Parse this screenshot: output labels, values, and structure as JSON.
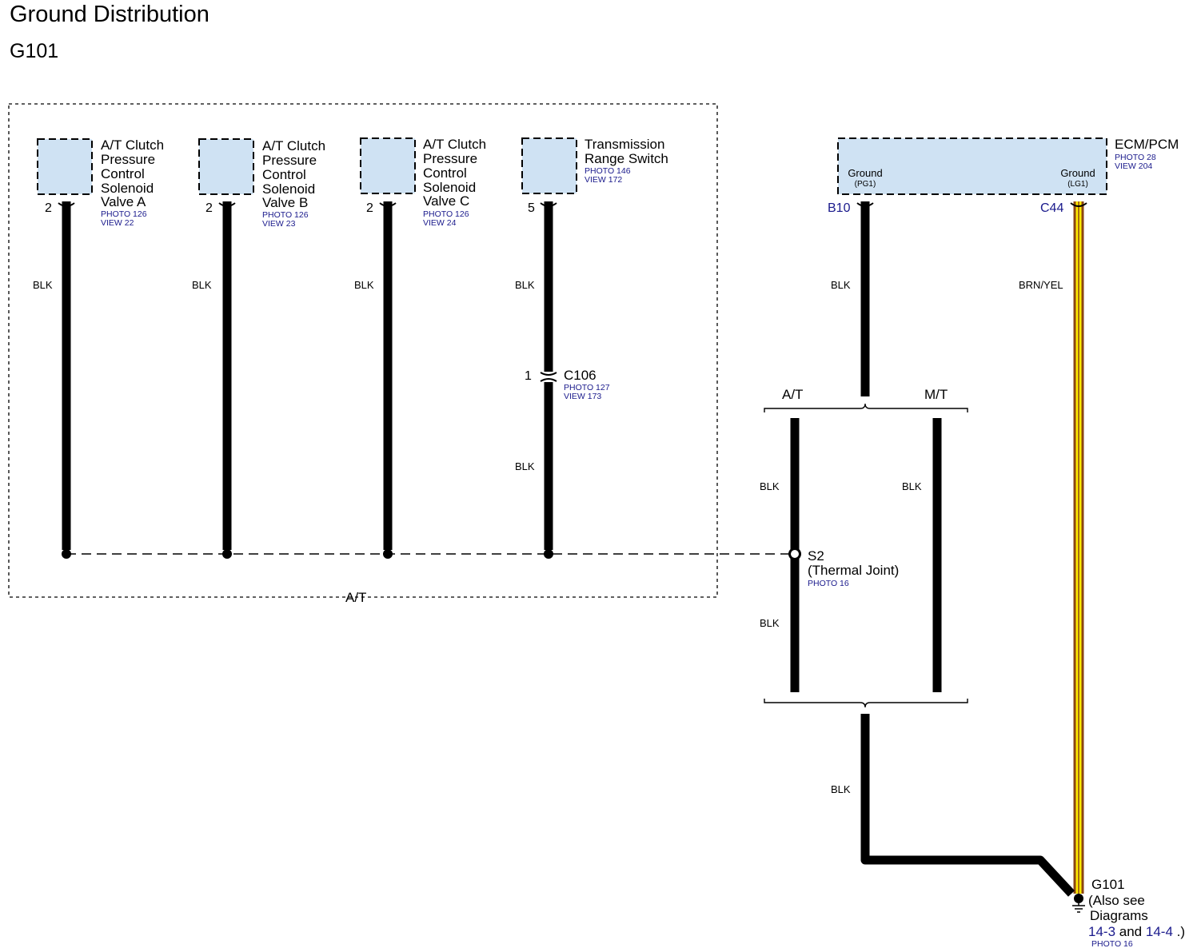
{
  "header": {
    "title": "Ground Distribution",
    "subtitle": "G101"
  },
  "components": {
    "valve_a": {
      "name": [
        "A/T Clutch",
        "Pressure",
        "Control",
        "Solenoid",
        "Valve A"
      ],
      "ref1": "PHOTO 126",
      "ref2": "VIEW 22",
      "pin": "2",
      "wire": "BLK"
    },
    "valve_b": {
      "name": [
        "A/T Clutch",
        "Pressure",
        "Control",
        "Solenoid",
        "Valve B"
      ],
      "ref1": "PHOTO 126",
      "ref2": "VIEW 23",
      "pin": "2",
      "wire": "BLK"
    },
    "valve_c": {
      "name": [
        "A/T Clutch",
        "Pressure",
        "Control",
        "Solenoid",
        "Valve C"
      ],
      "ref1": "PHOTO 126",
      "ref2": "VIEW 24",
      "pin": "2",
      "wire": "BLK"
    },
    "trs": {
      "name": [
        "Transmission",
        "Range Switch"
      ],
      "ref1": "PHOTO 146",
      "ref2": "VIEW 172",
      "pin": "5",
      "wire": "BLK"
    },
    "ecm": {
      "name": "ECM/PCM",
      "ref1": "PHOTO 28",
      "ref2": "VIEW 204",
      "ground_left": "Ground",
      "ground_left_sub": "(PG1)",
      "pin_left": "B10",
      "wire_left": "BLK",
      "ground_right": "Ground",
      "ground_right_sub": "(LG1)",
      "pin_right": "C44",
      "wire_right": "BRN/YEL"
    }
  },
  "connector_c106": {
    "pin": "1",
    "name": "C106",
    "ref1": "PHOTO 127",
    "ref2": "VIEW 173",
    "wire_below": "BLK"
  },
  "at_region_label": "A/T",
  "branch": {
    "at": "A/T",
    "mt": "M/T",
    "wire_at": "BLK",
    "wire_mt": "BLK",
    "wire_at_lower": "BLK",
    "wire_common": "BLK"
  },
  "splice_s2": {
    "name": "S2",
    "desc": "(Thermal Joint)",
    "ref": "PHOTO 16"
  },
  "ground_g101": {
    "name": "G101",
    "line1": "(Also see",
    "line2": "Diagrams",
    "link1": "14-3",
    "and": "and",
    "link2": "14-4",
    "end": ".)",
    "ref": "PHOTO 16"
  },
  "colors": {
    "component_fill": "#cfe2f3",
    "wire_blk": "#000000",
    "wire_brn": "#8b4513",
    "wire_yel": "#ffeb00",
    "ref_text": "#1a1a8c"
  }
}
